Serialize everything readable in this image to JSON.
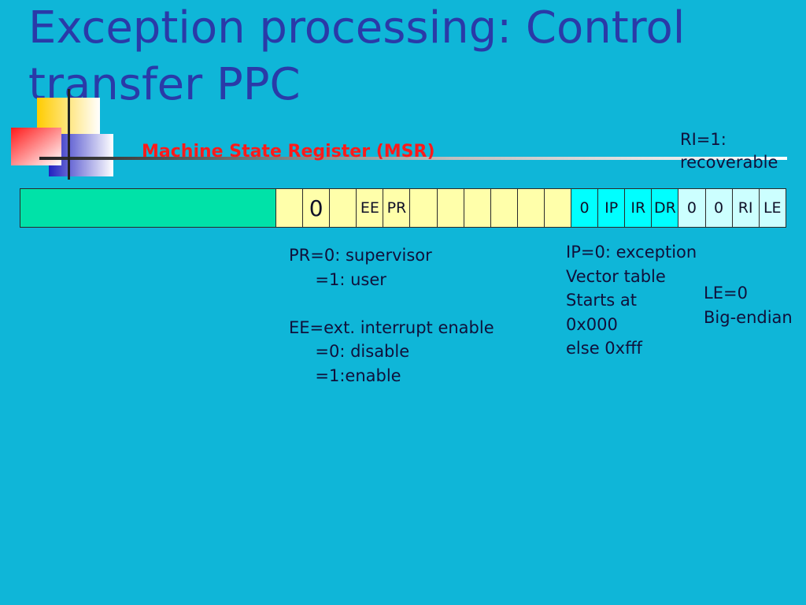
{
  "slide": {
    "title": "Exception processing: Control transfer PPC",
    "msr_label": "Machine State Register (MSR)",
    "ri_note": "RI=1:\nrecoverable"
  },
  "register": {
    "colors": {
      "reserved": "#00e2a8",
      "yellow": "#ffffaa",
      "cyan": "#00ffff",
      "light_cyan": "#ccffff"
    },
    "cells": [
      {
        "text": "",
        "color": "reserved",
        "size": 13
      },
      {
        "text": "",
        "color": "yellow",
        "size": 1
      },
      {
        "text": "0",
        "color": "yellow",
        "size": 1,
        "big": true
      },
      {
        "text": "",
        "color": "yellow",
        "size": 1
      },
      {
        "text": "EE",
        "color": "yellow",
        "size": 1
      },
      {
        "text": "PR",
        "color": "yellow",
        "size": 1
      },
      {
        "text": "",
        "color": "yellow",
        "size": 1
      },
      {
        "text": "",
        "color": "yellow",
        "size": 1
      },
      {
        "text": "",
        "color": "yellow",
        "size": 1
      },
      {
        "text": "",
        "color": "yellow",
        "size": 1
      },
      {
        "text": "",
        "color": "yellow",
        "size": 1
      },
      {
        "text": "",
        "color": "yellow",
        "size": 1
      },
      {
        "text": "0",
        "color": "cyan",
        "size": 1
      },
      {
        "text": "IP",
        "color": "cyan",
        "size": 1
      },
      {
        "text": "IR",
        "color": "cyan",
        "size": 1
      },
      {
        "text": "DR",
        "color": "cyan",
        "size": 1
      },
      {
        "text": "0",
        "color": "light_cyan",
        "size": 1
      },
      {
        "text": "0",
        "color": "light_cyan",
        "size": 1
      },
      {
        "text": "RI",
        "color": "light_cyan",
        "size": 1
      },
      {
        "text": "LE",
        "color": "light_cyan",
        "size": 1
      }
    ]
  },
  "notes": {
    "pr_ee": "PR=0: supervisor\n     =1: user\n\nEE=ext. interrupt enable\n     =0: disable\n     =1:enable",
    "ip": "IP=0: exception\nVector table\nStarts at\n0x000\nelse 0xfff",
    "le": "LE=0\nBig-endian"
  }
}
